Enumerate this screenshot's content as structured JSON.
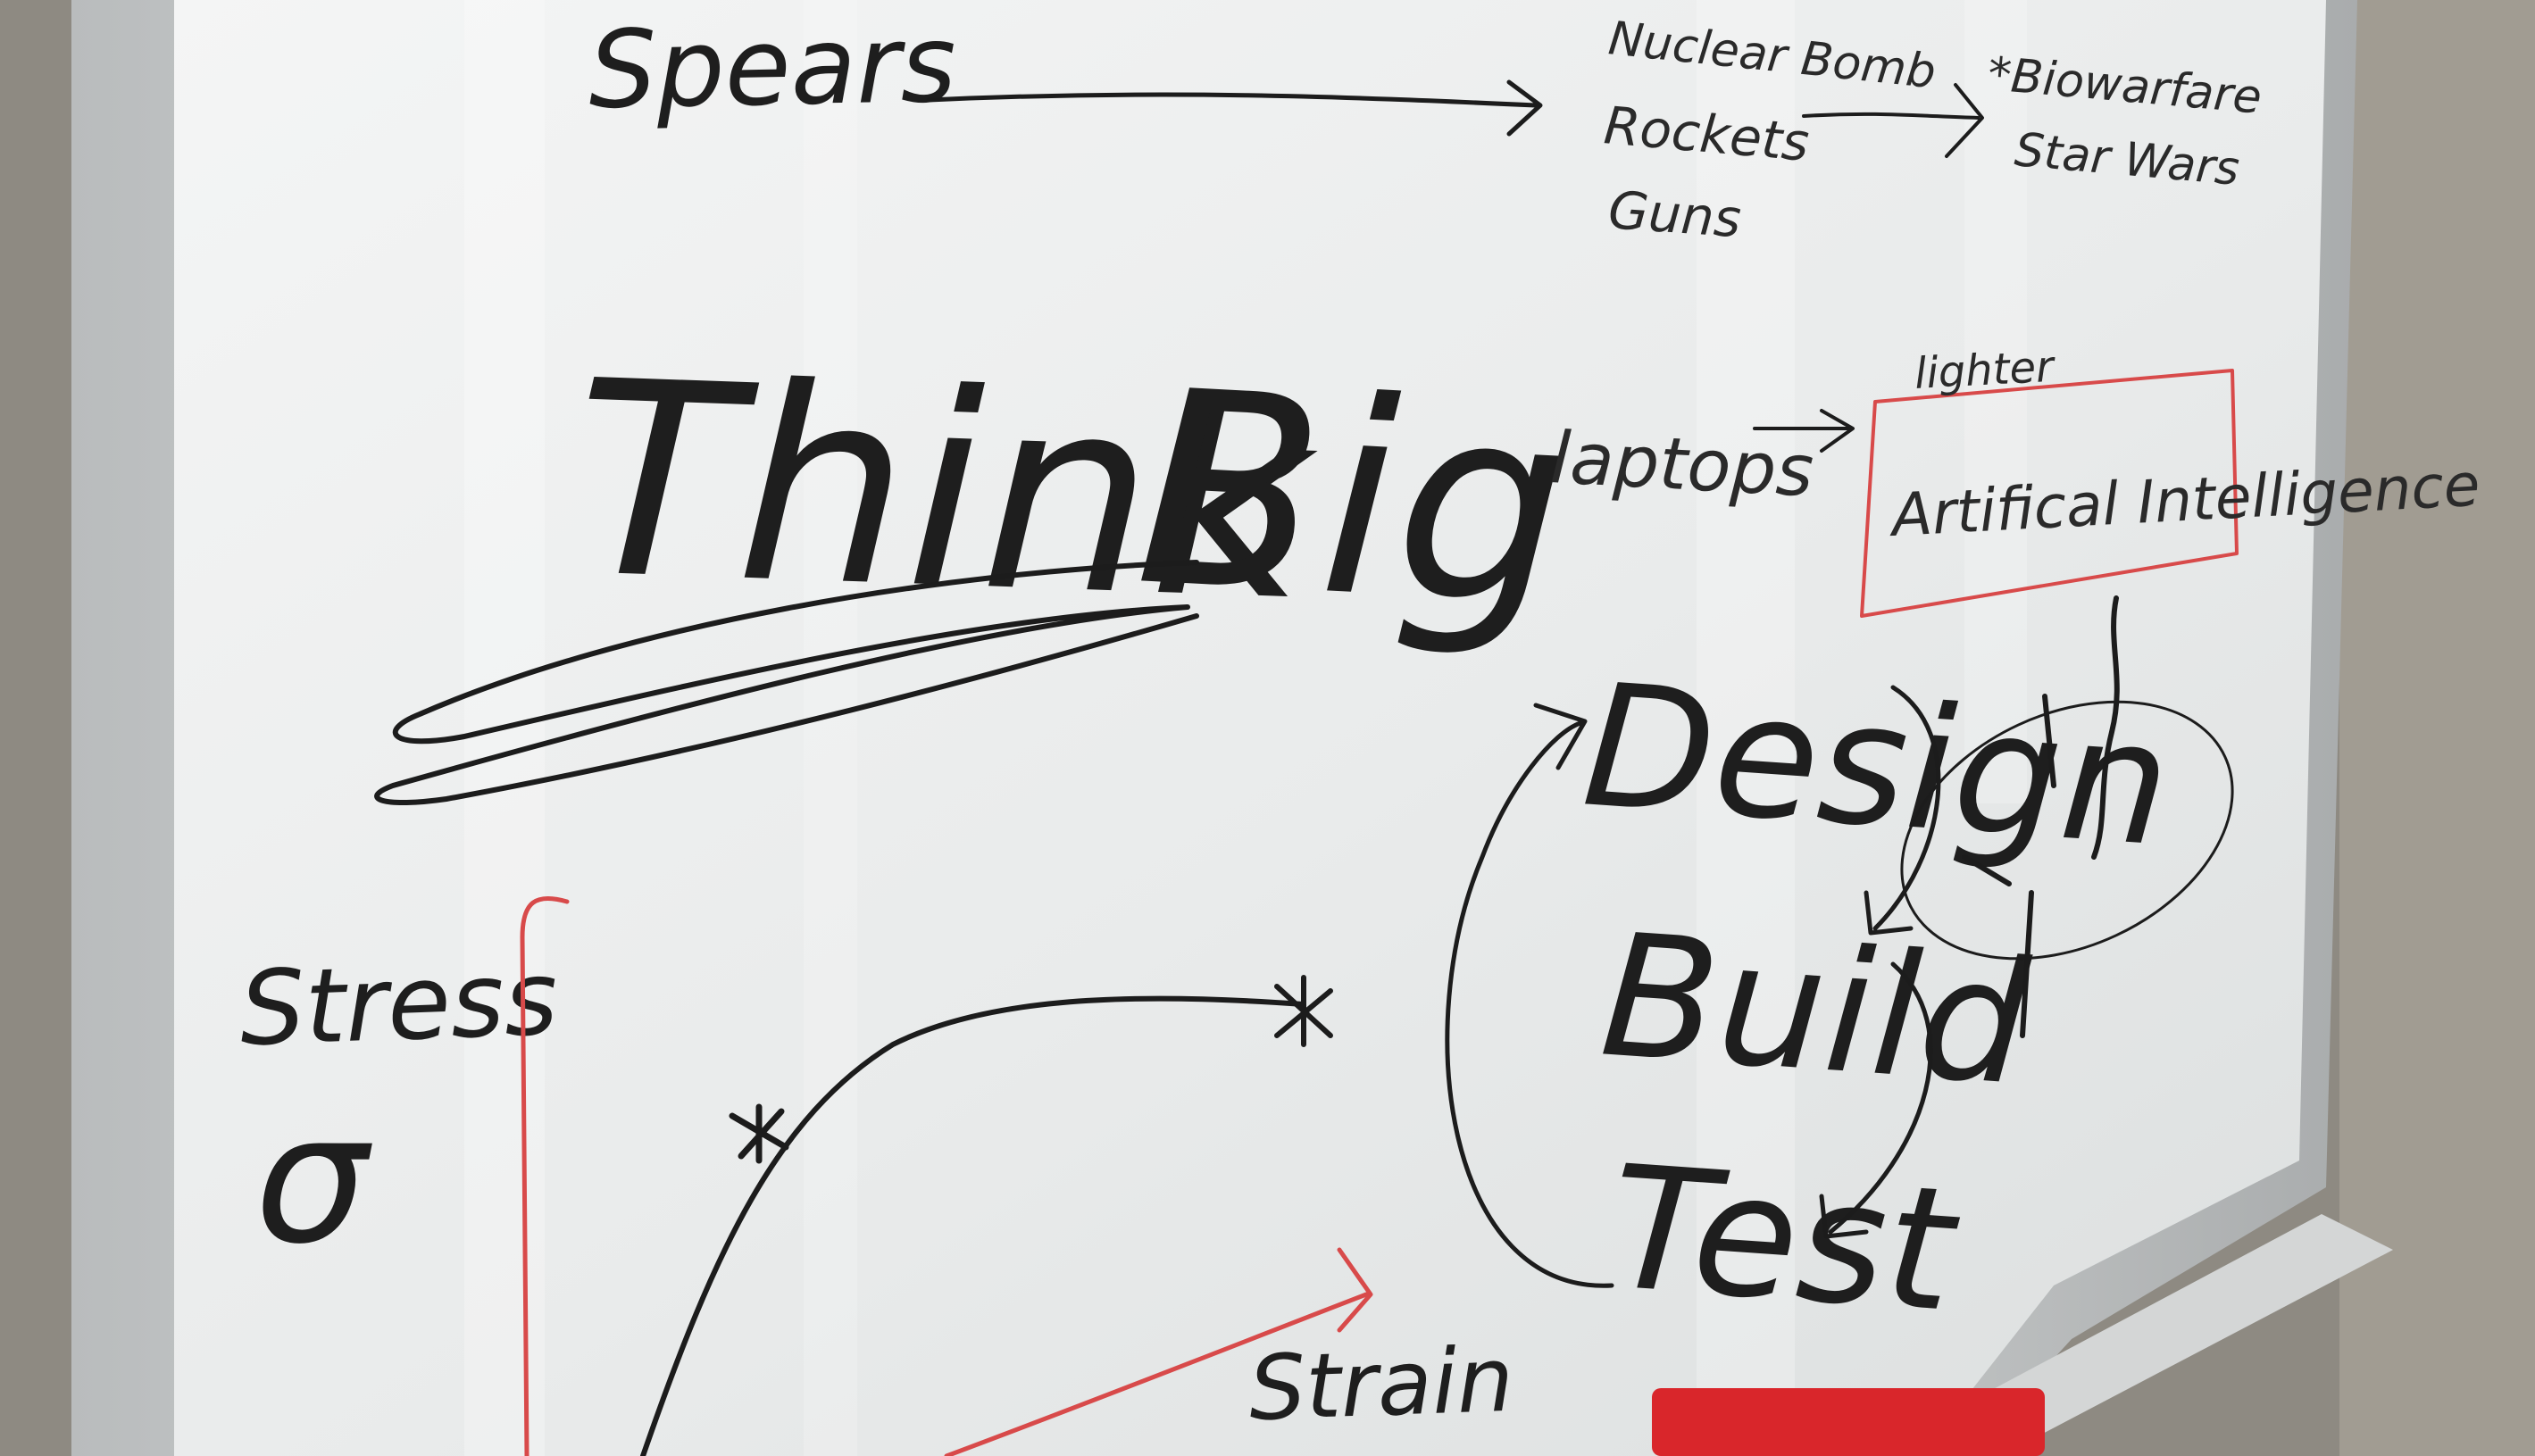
{
  "whiteboard": {
    "top_left": "Spears",
    "list_middle": [
      "Nuclear Bomb",
      "Rockets",
      "Guns"
    ],
    "list_right": [
      "*Biowarfare",
      "Star Wars"
    ],
    "headline": {
      "word1": "Think",
      "word2": "Big"
    },
    "laptops": "laptops",
    "ai_box_label": "Artifical Intelligence",
    "ai_box_annotation": "lighter",
    "cycle": [
      "Design",
      "Build",
      "Test"
    ],
    "graph": {
      "y_label": "Stress",
      "symbol": "σ",
      "x_label": "Strain"
    }
  },
  "colors": {
    "marker_black": "#1c1c1c",
    "marker_red": "#d84a4a",
    "board": "#eef0f0",
    "frame": "#c9cccd",
    "eraser": "#d9262b"
  }
}
